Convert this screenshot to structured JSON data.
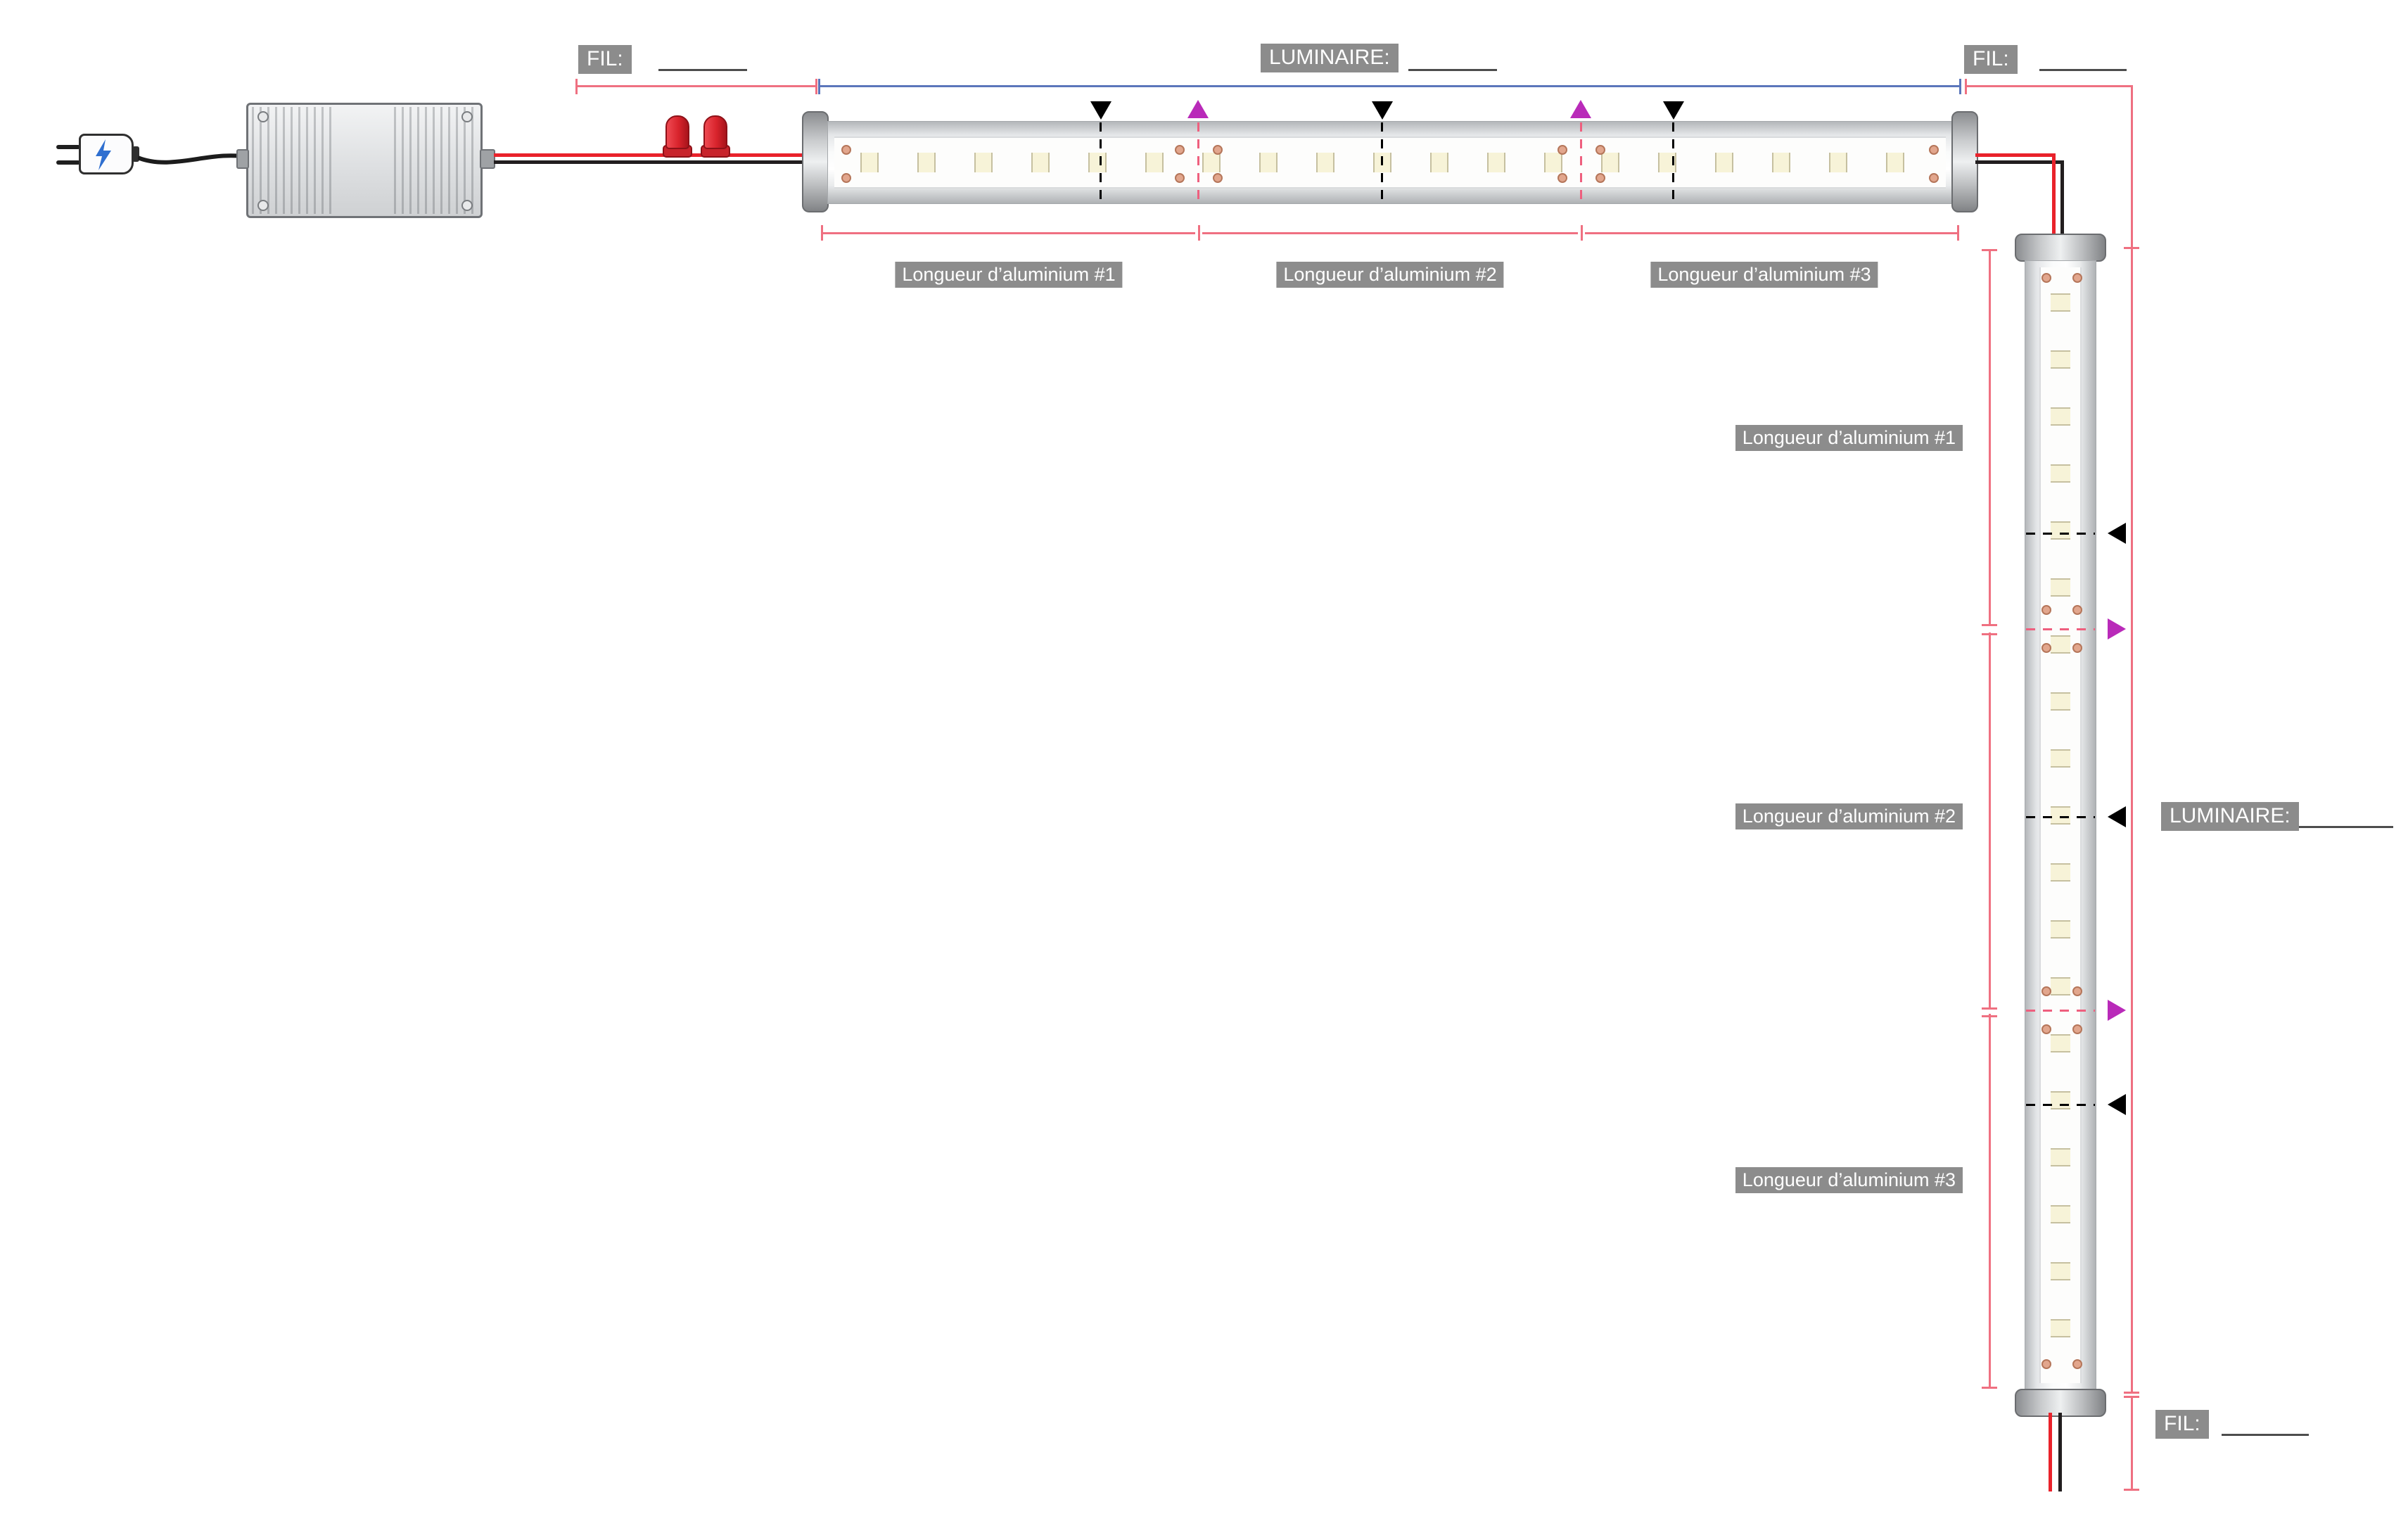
{
  "dimensions_top": {
    "fil_left": {
      "label": "FIL:",
      "value": ""
    },
    "luminaire": {
      "label": "LUMINAIRE:",
      "value": ""
    },
    "fil_right": {
      "label": "FIL:",
      "value": ""
    }
  },
  "horizontal_luminaire": {
    "segments": [
      "Longueur d’aluminium #1",
      "Longueur d’aluminium #2",
      "Longueur d’aluminium #3"
    ]
  },
  "vertical_luminaire": {
    "segments": [
      "Longueur d’aluminium #1",
      "Longueur d’aluminium #2",
      "Longueur d’aluminium #3"
    ],
    "luminaire": {
      "label": "LUMINAIRE:",
      "value": ""
    },
    "fil": {
      "label": "FIL:",
      "value": ""
    }
  },
  "colors": {
    "dimension_red": "#ef7081",
    "dimension_blue": "#5b76bb",
    "label_background": "#8c8c8c",
    "label_text": "#ffffff",
    "wire_red": "#e9222b",
    "wire_black": "#221e1f",
    "cut_marker_black": "#000000",
    "joint_marker_magenta": "#b92ab9",
    "solder_pad_copper": "#e2a68d",
    "led_chip": "#f7f3d8",
    "plug_bolt_blue": "#2f6fd0"
  }
}
